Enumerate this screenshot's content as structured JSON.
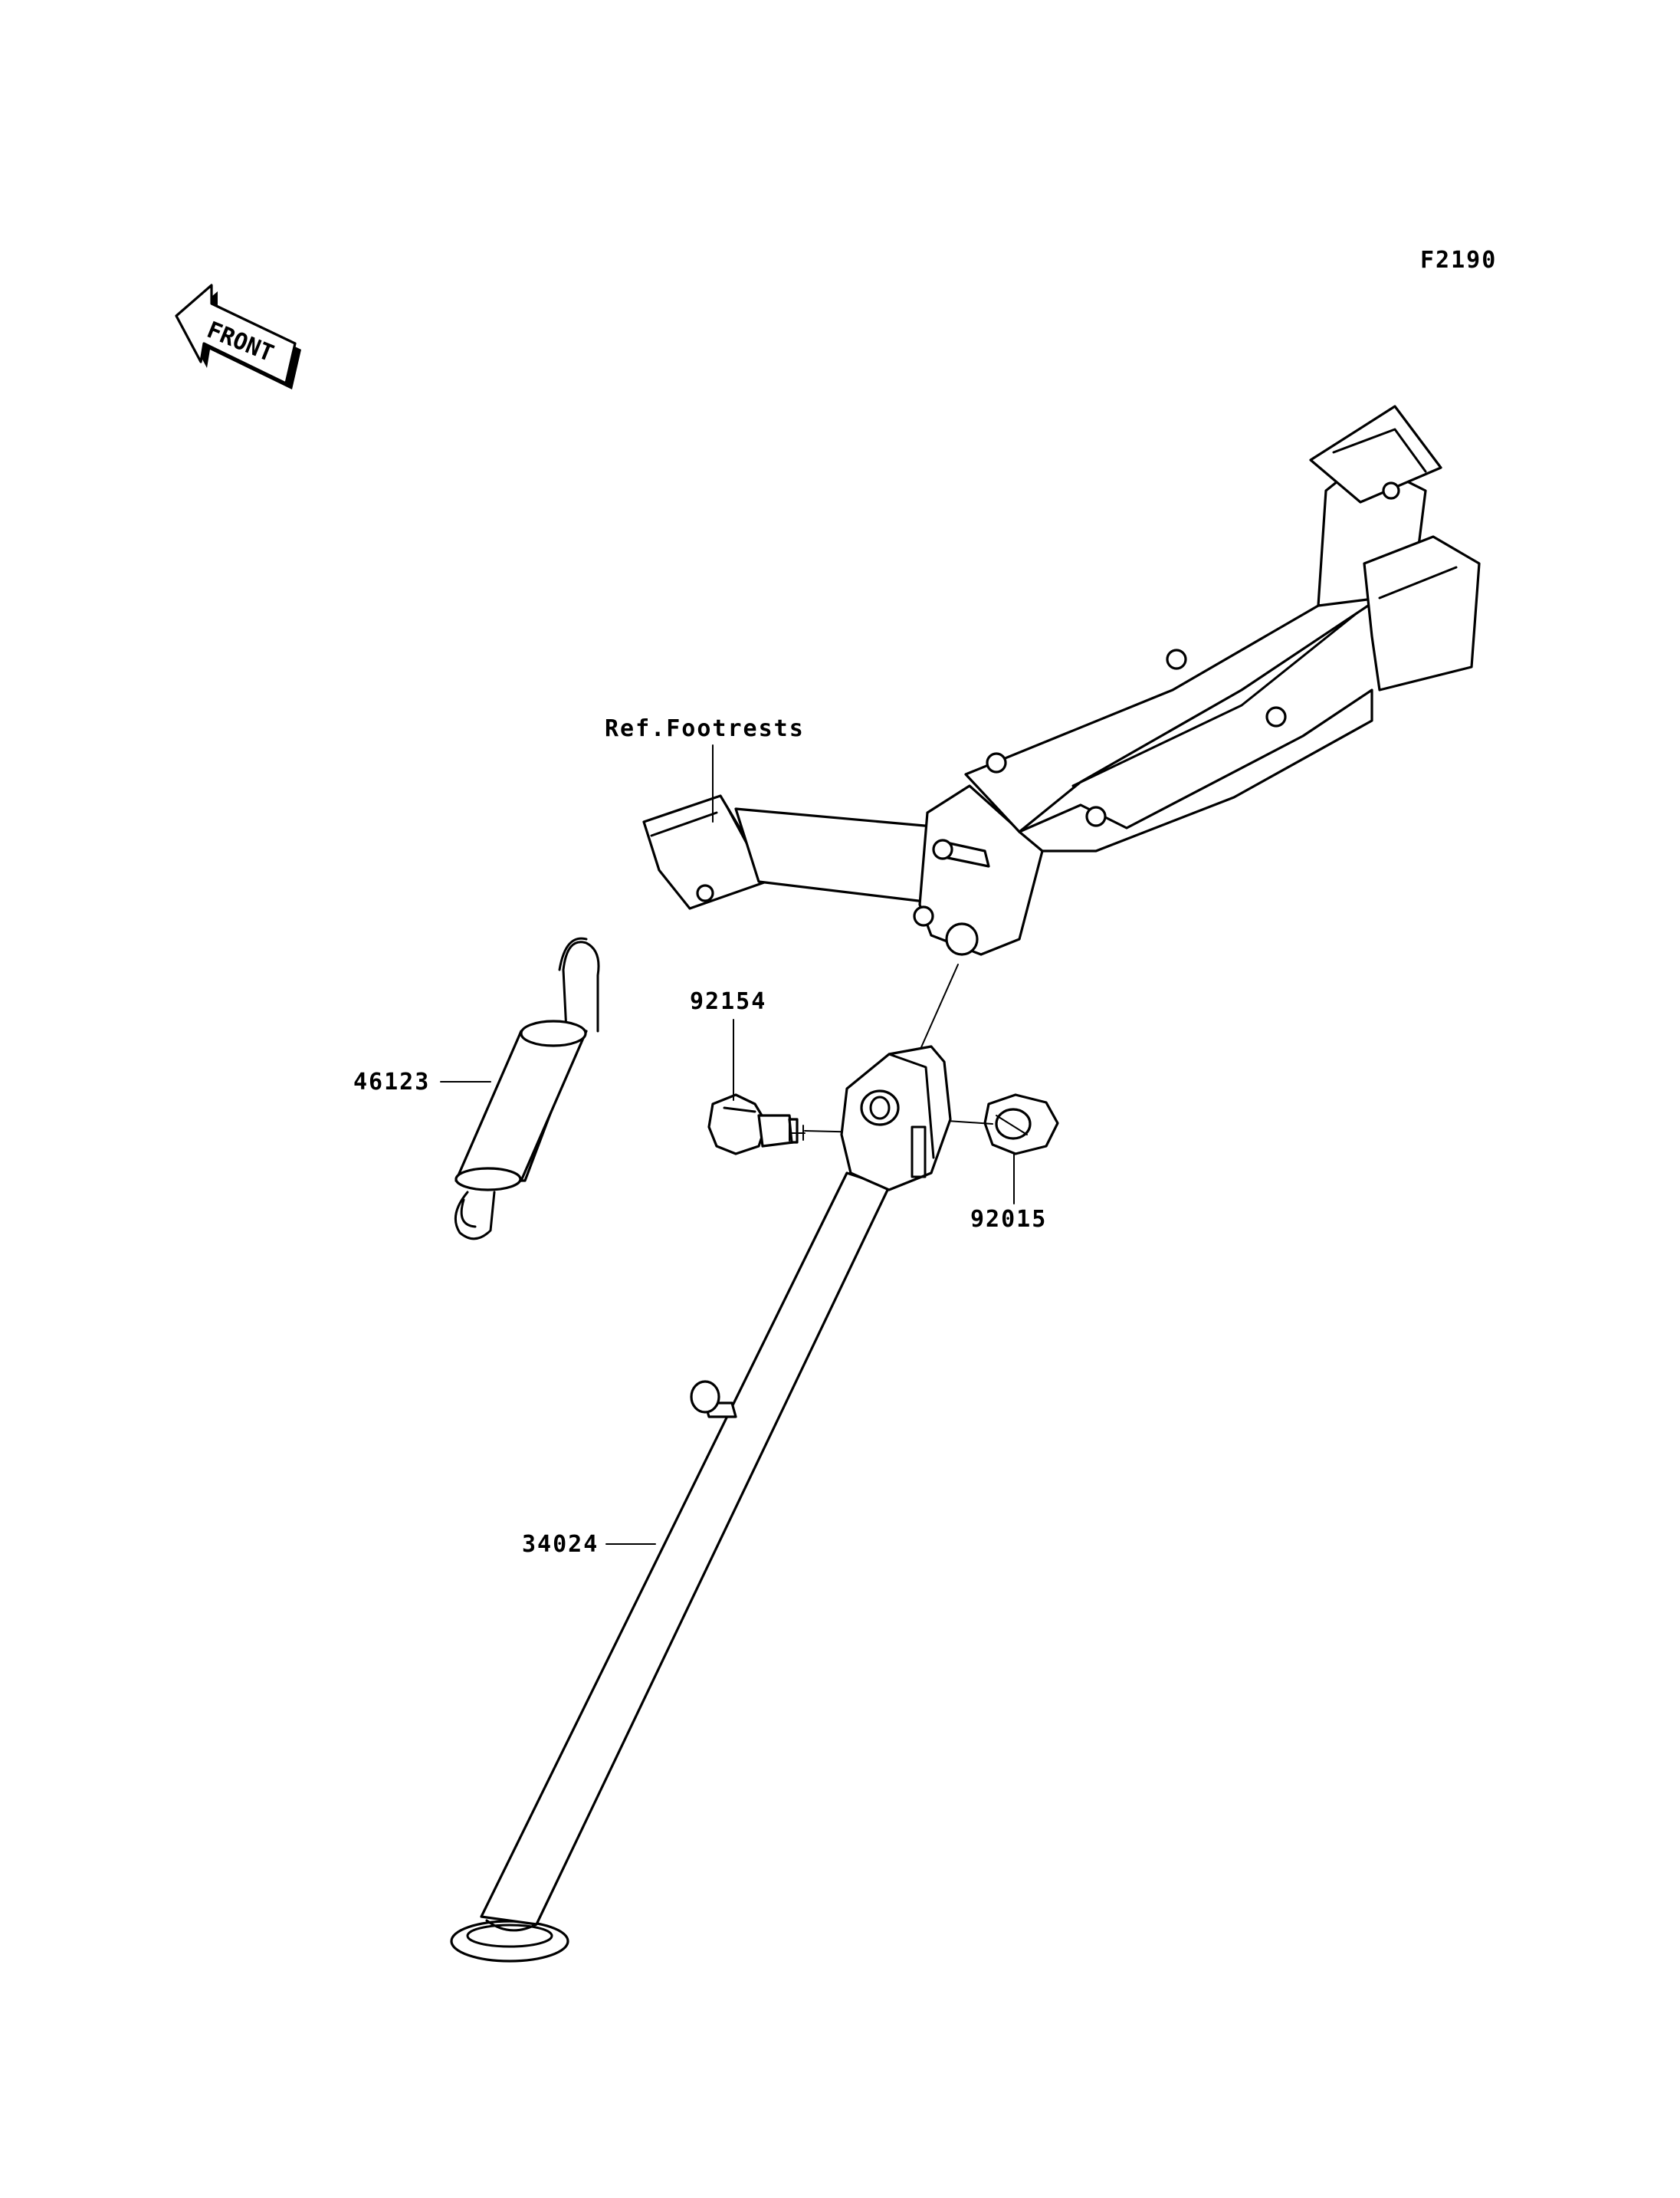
{
  "figure_code": "F2190",
  "front_indicator": "FRONT",
  "parts": {
    "spring": "46123",
    "bolt": "92154",
    "nut": "92015",
    "stand": "34024",
    "reference": "Ref.Footrests"
  }
}
